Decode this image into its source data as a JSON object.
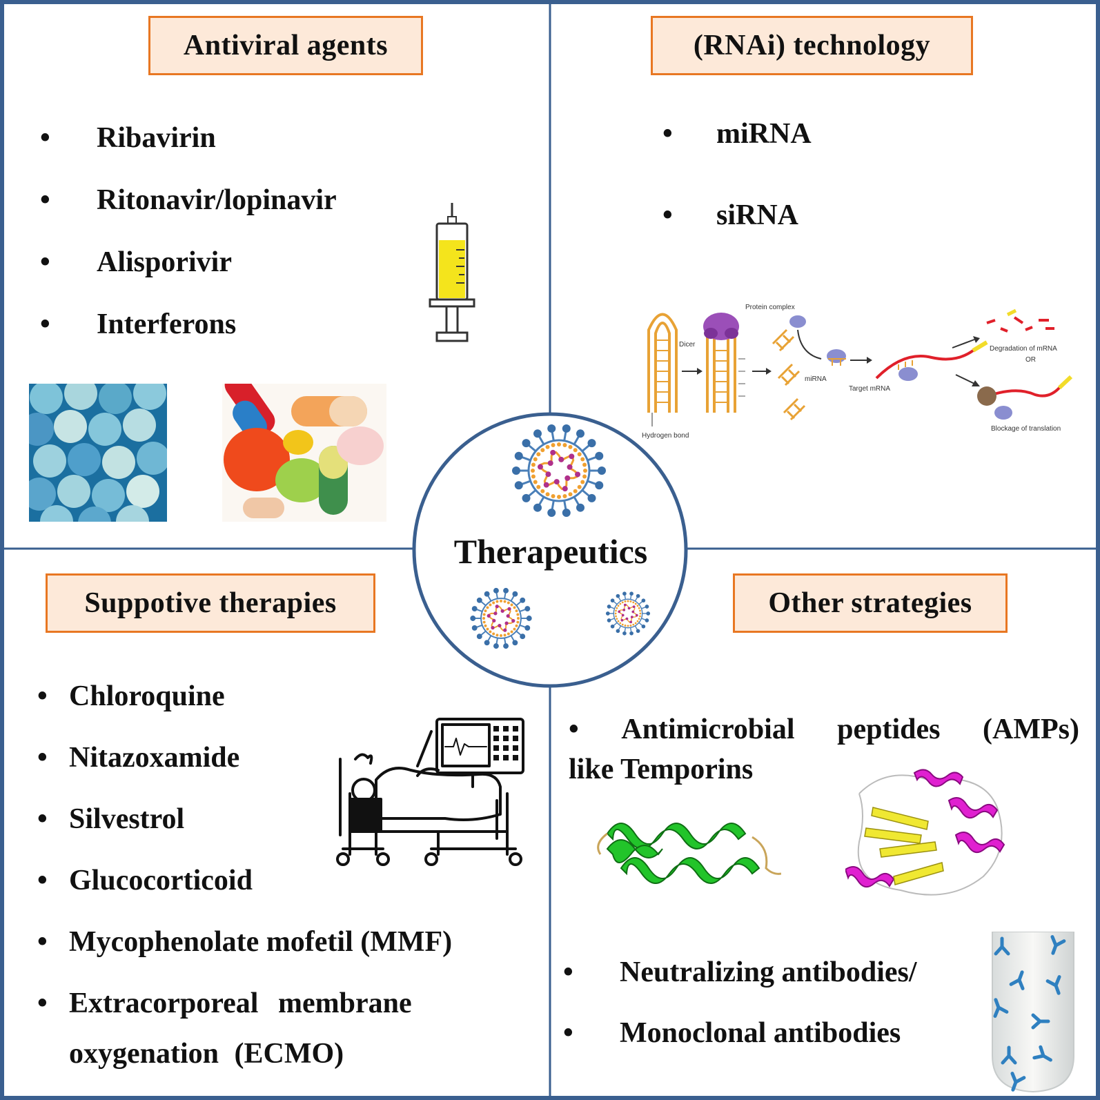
{
  "center": {
    "label": "Therapeutics"
  },
  "quadrants": {
    "antiviral": {
      "title": "Antiviral agents",
      "items": [
        "Ribavirin",
        "Ritonavir/lopinavir",
        "Alisporivir",
        "Interferons"
      ]
    },
    "rnai": {
      "title": "(RNAi) technology",
      "items": [
        "miRNA",
        "siRNA"
      ],
      "diagram_labels": {
        "hydrogen_bond": "Hydrogen bond",
        "dicer": "Dicer",
        "protein_complex": "Protein complex",
        "mirna": "miRNA",
        "target_mrna": "Target mRNA",
        "degradation": "Degradation of mRNA",
        "or": "OR",
        "blockage": "Blockage of translation"
      }
    },
    "supportive": {
      "title": "Suppotive therapies",
      "items": [
        "Chloroquine",
        "Nitazoxamide",
        "Silvestrol",
        "Glucocorticoid",
        "Mycophenolate mofetil (MMF)",
        "Extracorporeal membrane"
      ],
      "item_continuation": "oxygenation (ECMO)"
    },
    "other": {
      "title": "Other strategies",
      "amp_line1_words": [
        "Antimicrobial",
        "peptides",
        "(AMPs)"
      ],
      "amp_line2": "like Temporins",
      "antibody_items": [
        "Neutralizing antibodies/",
        "Monoclonal antibodies"
      ]
    }
  },
  "bullet": "•",
  "colors": {
    "border": "#3a5f8f",
    "title_fill": "#fde9d9",
    "title_border": "#e87722",
    "helix_green": "#22c42a",
    "helix_magenta": "#e020d0",
    "rna_orange": "#f0a030",
    "mrna_red": "#e0202a"
  },
  "icons": [
    "syringe-icon",
    "pills-icon",
    "tablets-icon",
    "hospital-bed-icon",
    "virus-icon",
    "test-tube-icon",
    "antibody-icon",
    "protein-helix-icon"
  ]
}
